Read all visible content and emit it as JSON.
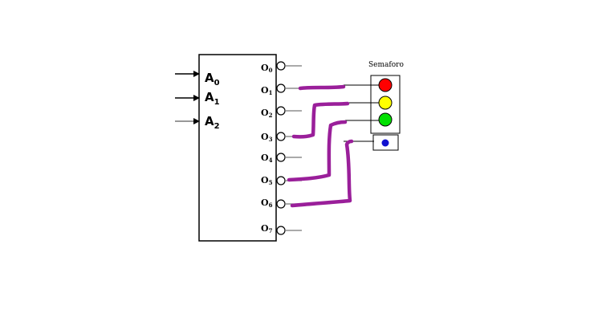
{
  "decoder": {
    "inputs": [
      {
        "base": "A",
        "sub": "0"
      },
      {
        "base": "A",
        "sub": "1"
      },
      {
        "base": "A",
        "sub": "2"
      }
    ],
    "outputs": [
      {
        "base": "O",
        "sub": "0"
      },
      {
        "base": "O",
        "sub": "1"
      },
      {
        "base": "O",
        "sub": "2"
      },
      {
        "base": "O",
        "sub": "3"
      },
      {
        "base": "O",
        "sub": "4"
      },
      {
        "base": "O",
        "sub": "5"
      },
      {
        "base": "O",
        "sub": "6"
      },
      {
        "base": "O",
        "sub": "7"
      }
    ]
  },
  "semaforo": {
    "title": "Semaforo",
    "lights": [
      {
        "name": "red-light",
        "color": "#ff0000"
      },
      {
        "name": "yellow-light",
        "color": "#ffff00"
      },
      {
        "name": "green-light",
        "color": "#00e000"
      }
    ],
    "indicator_color": "#1010d0"
  },
  "wire_color": "#9a1f9a"
}
